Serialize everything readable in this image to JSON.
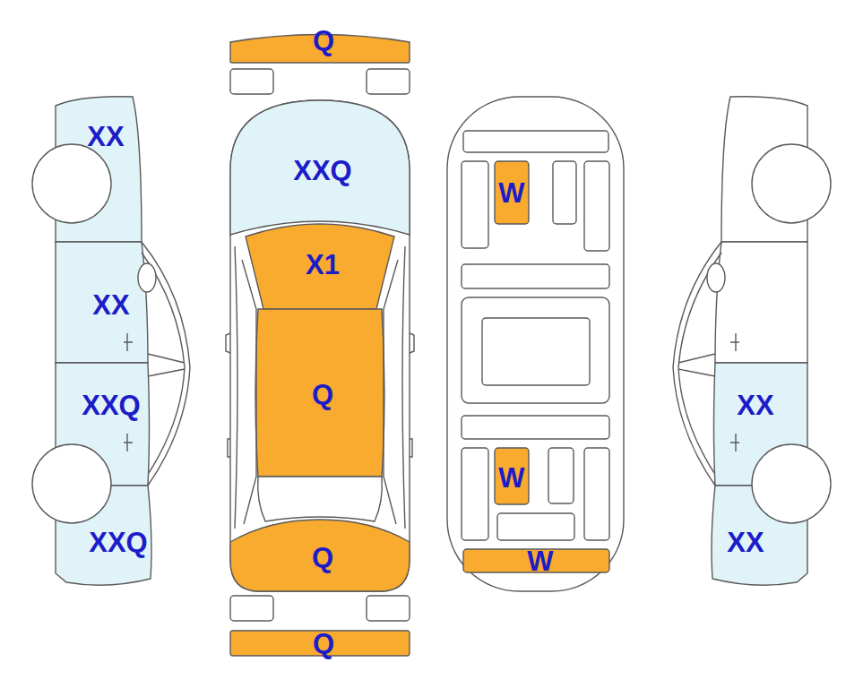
{
  "diagram": {
    "labels": [
      "Q",
      "XX",
      "XXQ",
      "W",
      "X1",
      "XX",
      "Q",
      "XXQ",
      "XX",
      "W",
      "XXQ",
      "XX",
      "Q",
      "W",
      "Q"
    ]
  }
}
